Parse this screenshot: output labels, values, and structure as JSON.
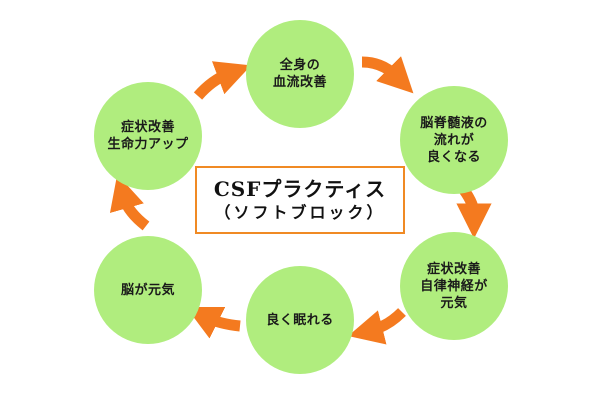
{
  "center": {
    "title": "CSFプラクティス",
    "subtitle": "（ソフトブロック）",
    "border_color": "#f08a24"
  },
  "cycle": {
    "node_color": "#b0ed7e",
    "arrow_color": "#f47a1f",
    "nodes": [
      {
        "label": "全身の\n血流改善"
      },
      {
        "label": "脳脊髄液の\n流れが\n良くなる"
      },
      {
        "label": "症状改善\n自律神経が\n元気"
      },
      {
        "label": "良く眠れる"
      },
      {
        "label": "脳が元気"
      },
      {
        "label": "症状改善\n生命力アップ"
      }
    ]
  }
}
